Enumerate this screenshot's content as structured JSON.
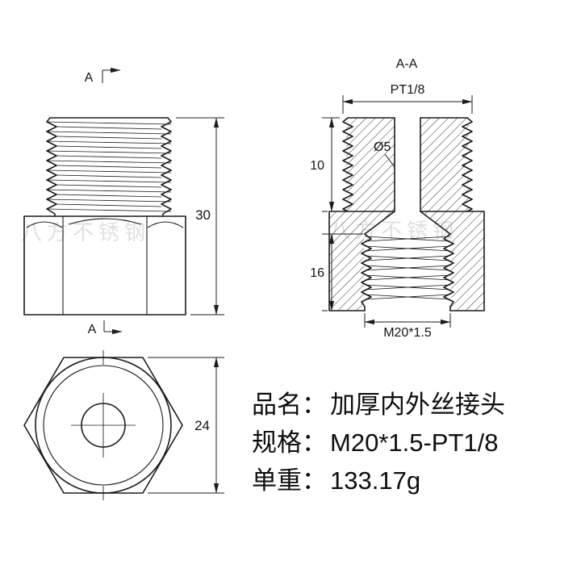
{
  "colors": {
    "background": "#ffffff",
    "line": "#1c1c1c",
    "text": "#0e0e0e",
    "watermark": "rgba(0,0,0,0.12)"
  },
  "views": {
    "side_view": {
      "section_label": "A",
      "height": "30"
    },
    "section_view": {
      "title": "A-A",
      "thread_top": "PT1/8",
      "bore": "Ø5",
      "len_top": "10",
      "len_bottom": "16",
      "thread_bottom": "M20*1.5"
    },
    "top_view": {
      "across_flats": "24"
    }
  },
  "info": {
    "rows": [
      {
        "label": "品名：",
        "value": "加厚内外丝接头"
      },
      {
        "label": "规格：",
        "value": "M20*1.5-PT1/8"
      },
      {
        "label": "单重：",
        "value": "133.17g"
      }
    ]
  },
  "watermark": {
    "text": "八方不锈钢"
  }
}
